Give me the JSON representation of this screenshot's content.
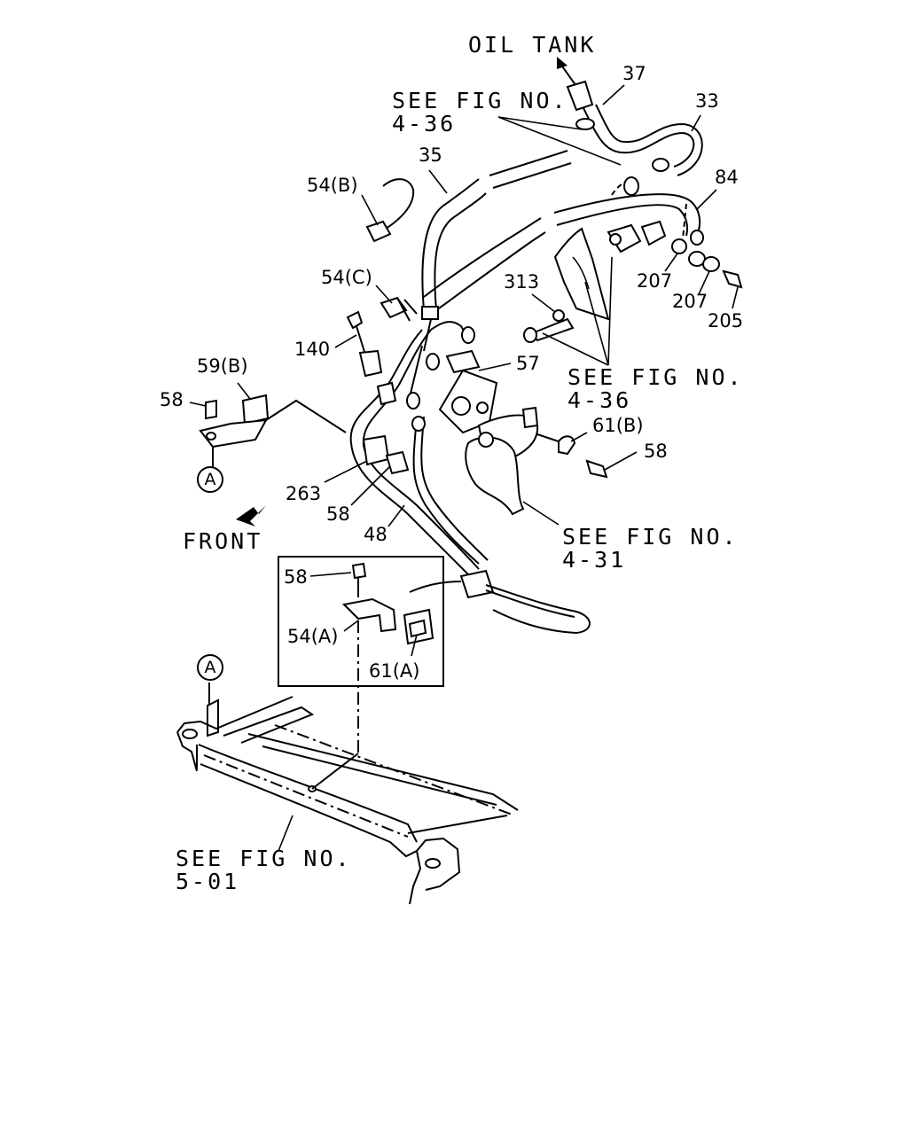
{
  "labels": {
    "oil_tank": "OIL TANK",
    "see_fig_436_top_line1": "SEE FIG NO.",
    "see_fig_436_top_line2": "4-36",
    "see_fig_436_mid_line1": "SEE FIG NO.",
    "see_fig_436_mid_line2": "4-36",
    "see_fig_431_line1": "SEE FIG NO.",
    "see_fig_431_line2": "4-31",
    "see_fig_501_line1": "SEE FIG NO.",
    "see_fig_501_line2": "5-01",
    "front": "FRONT",
    "ref_a_top": "A",
    "ref_a_bottom": "A"
  },
  "parts": {
    "p37": "37",
    "p33": "33",
    "p35": "35",
    "p84": "84",
    "p54b": "54(B)",
    "p54c": "54(C)",
    "p140": "140",
    "p313": "313",
    "p207a": "207",
    "p207b": "207",
    "p205": "205",
    "p59b": "59(B)",
    "p58_left": "58",
    "p57": "57",
    "p61b": "61(B)",
    "p58_right": "58",
    "p263": "263",
    "p58_mid": "58",
    "p48": "48",
    "p58_inset": "58",
    "p54a": "54(A)",
    "p61a": "61(A)"
  }
}
